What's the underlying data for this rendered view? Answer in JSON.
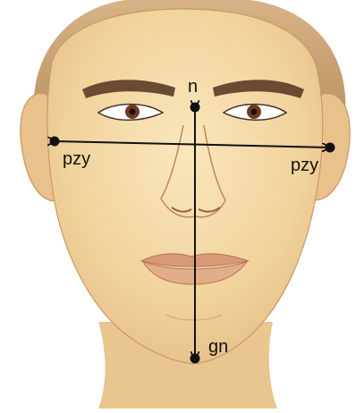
{
  "figure": {
    "subject": "face-illustration",
    "landmarks": {
      "nasion": "n",
      "zygion_left": "pzy",
      "zygion_right": "pzy",
      "gnathion": "gn"
    },
    "colors": {
      "skin": "#f3d9a4",
      "hair": "#c9a57b",
      "lips": "#d9a17c",
      "markers": "#111111"
    }
  }
}
